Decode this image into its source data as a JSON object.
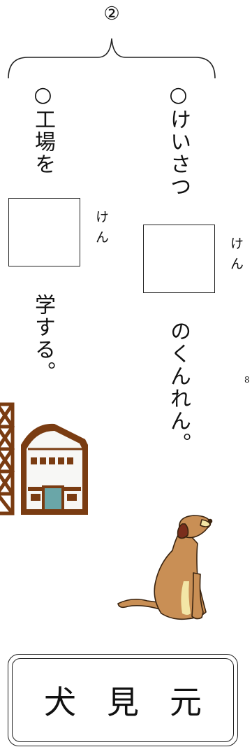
{
  "question_number": "②",
  "items": [
    {
      "lead": "○けいさつ",
      "reading": "けん",
      "tail": "のくんれん。"
    },
    {
      "lead": "○工場を",
      "reading": "けん",
      "tail": "学する。"
    }
  ],
  "side_mark": "8",
  "choices": [
    "犬",
    "見",
    "元"
  ],
  "illustrations": [
    "dog-illustration",
    "factory-illustration"
  ]
}
